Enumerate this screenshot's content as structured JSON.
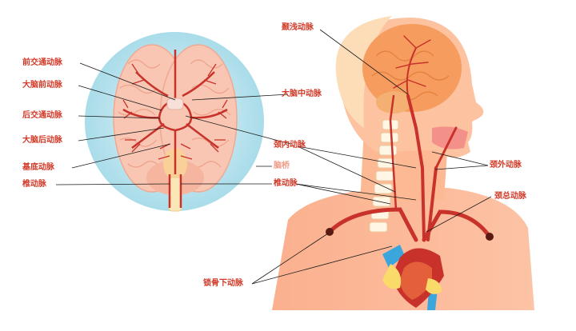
{
  "labels": {
    "anterior_communicating": "前交通动脉",
    "anterior_cerebral": "大脑前动脉",
    "posterior_communicating": "后交通动脉",
    "posterior_cerebral": "大脑后动脉",
    "basilar": "基底动脉",
    "vertebral_left": "椎动脉",
    "middle_cerebral": "大脑中动脉",
    "pons": "脑桥",
    "vertebral_right": "椎动脉",
    "superficial_temporal": "颞浅动脉",
    "internal_carotid": "颈内动脉",
    "external_carotid": "颈外动脉",
    "common_carotid": "颈总动脉",
    "subclavian": "锁骨下动脉"
  },
  "colors": {
    "artery": "#c8322a",
    "label": "#d23a28",
    "pons_label": "#f09a86",
    "vein": "#3aa6dc",
    "brain": "#f7c0ad",
    "skin": "#fcae86",
    "circle_bg": "#bfe7f0"
  }
}
